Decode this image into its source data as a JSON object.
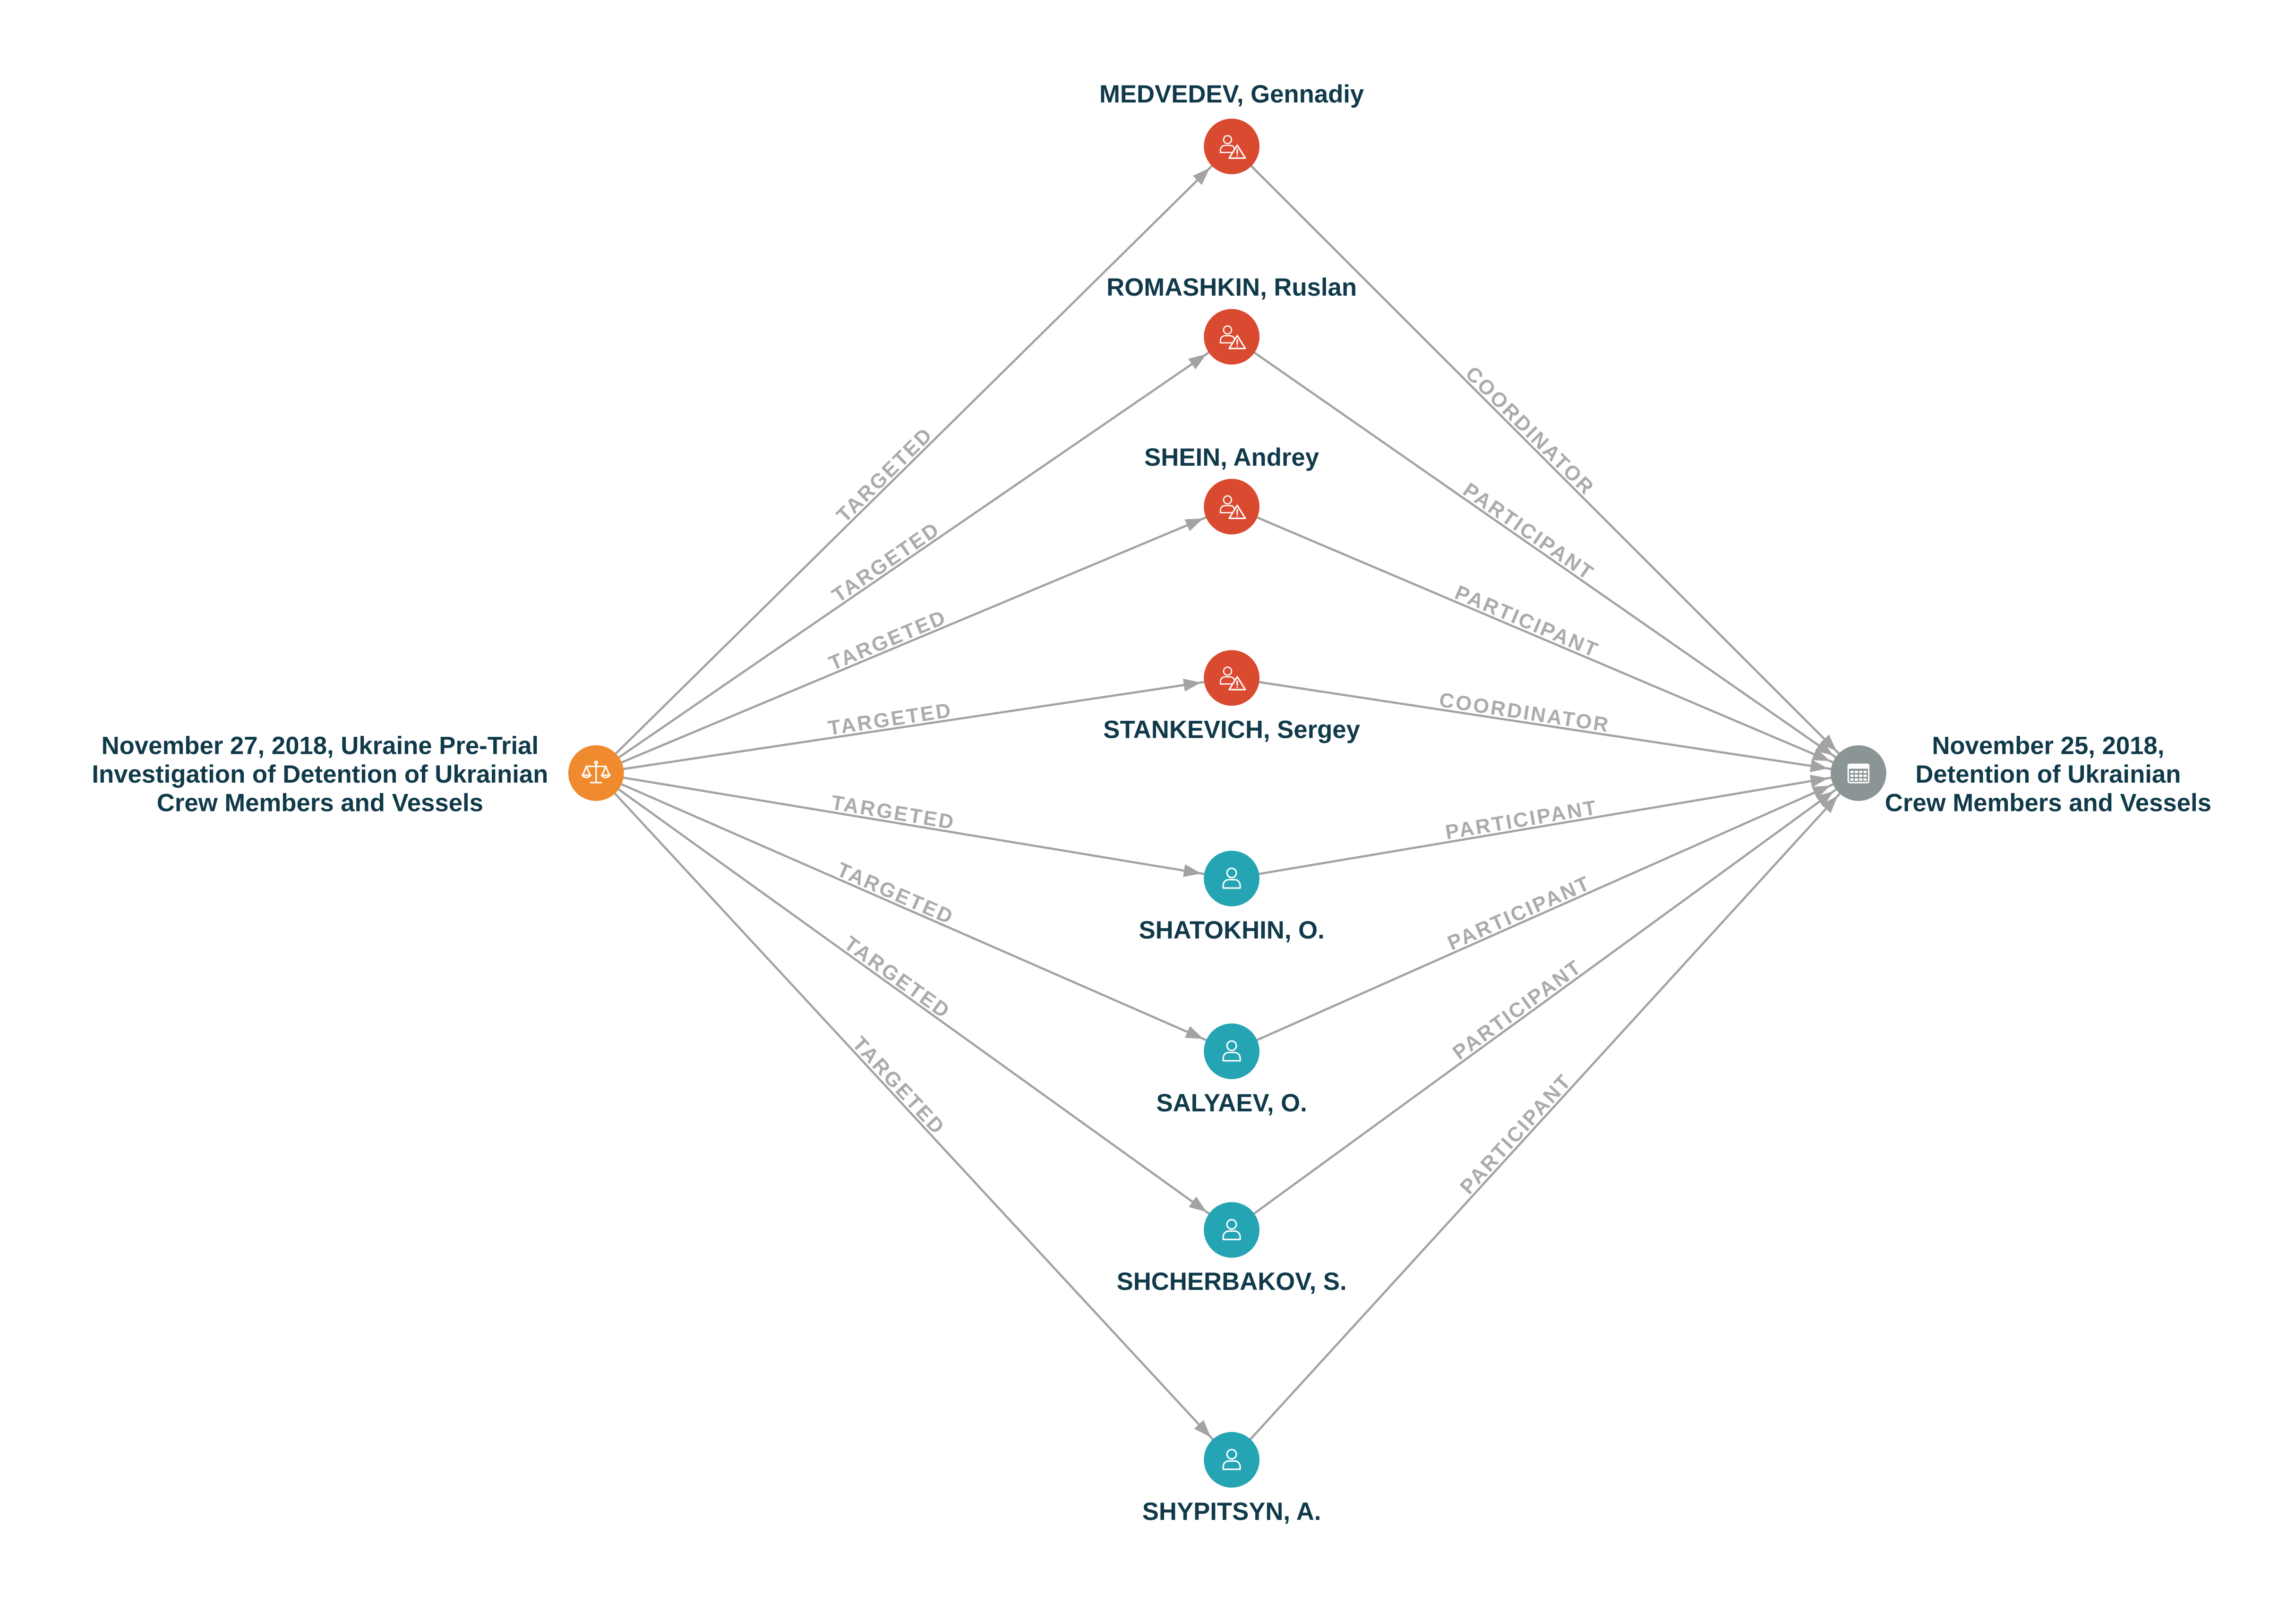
{
  "source_node": {
    "label_lines": [
      "November 27, 2018, Ukraine Pre-Trial",
      "Investigation of Detention of Ukrainian",
      "Crew Members and Vessels"
    ],
    "icon": "scales-icon",
    "color": "#f08a2e"
  },
  "target_node": {
    "label_lines": [
      "November 25, 2018,",
      "Detention of Ukrainian",
      "Crew Members and Vessels"
    ],
    "icon": "calendar-icon",
    "color": "#8b9595"
  },
  "persons": [
    {
      "name": "MEDVEDEV, Gennadiy",
      "icon": "person-warning-icon",
      "color": "#d94a30",
      "in_edge_label": "TARGETED",
      "out_edge_label": "COORDINATOR"
    },
    {
      "name": "ROMASHKIN, Ruslan",
      "icon": "person-warning-icon",
      "color": "#d94a30",
      "in_edge_label": "TARGETED",
      "out_edge_label": "PARTICIPANT"
    },
    {
      "name": "SHEIN, Andrey",
      "icon": "person-warning-icon",
      "color": "#d94a30",
      "in_edge_label": "TARGETED",
      "out_edge_label": "PARTICIPANT"
    },
    {
      "name": "STANKEVICH, Sergey",
      "icon": "person-warning-icon",
      "color": "#d94a30",
      "in_edge_label": "TARGETED",
      "out_edge_label": "COORDINATOR"
    },
    {
      "name": "SHATOKHIN, O.",
      "icon": "person-icon",
      "color": "#25a4b3",
      "in_edge_label": "TARGETED",
      "out_edge_label": "PARTICIPANT"
    },
    {
      "name": "SALYAEV, O.",
      "icon": "person-icon",
      "color": "#25a4b3",
      "in_edge_label": "TARGETED",
      "out_edge_label": "PARTICIPANT"
    },
    {
      "name": "SHCHERBAKOV, S.",
      "icon": "person-icon",
      "color": "#25a4b3",
      "in_edge_label": "TARGETED",
      "out_edge_label": "PARTICIPANT"
    },
    {
      "name": "SHYPITSYN, A.",
      "icon": "person-icon",
      "color": "#25a4b3",
      "in_edge_label": "TARGETED",
      "out_edge_label": "PARTICIPANT"
    }
  ]
}
